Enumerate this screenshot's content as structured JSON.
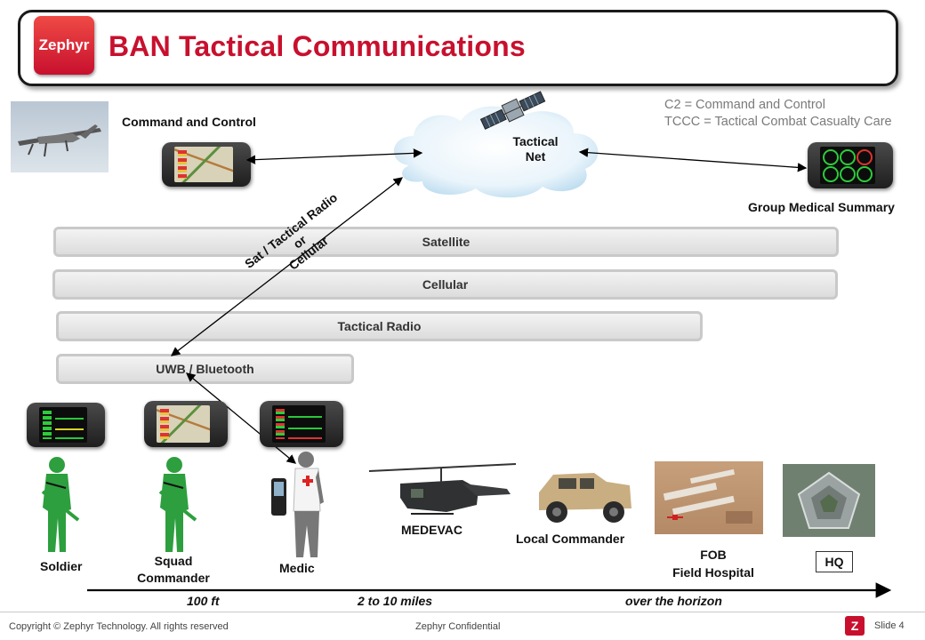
{
  "header": {
    "logo_text": "Zephyr",
    "title": "BAN Tactical Communications"
  },
  "legend": {
    "line1": "C2 = Command and Control",
    "line2": "TCCC = Tactical Combat Casualty Care"
  },
  "nodes": {
    "command_control": "Command and Control",
    "tactical_net_line1": "Tactical",
    "tactical_net_line2": "Net",
    "group_medical": "Group Medical Summary"
  },
  "link_label": {
    "line1": "Sat / Tactical Radio",
    "line2": "or",
    "line3": "Cellular"
  },
  "ranges": [
    {
      "label": "Satellite"
    },
    {
      "label": "Cellular"
    },
    {
      "label": "Tactical Radio"
    },
    {
      "label": "UWB / Bluetooth"
    }
  ],
  "units": {
    "soldier": "Soldier",
    "squad_line1": "Squad",
    "squad_line2": "Commander",
    "medic": "Medic",
    "medevac": "MEDEVAC",
    "local_commander": "Local Commander",
    "fob_line1": "FOB",
    "fob_line2": "Field Hospital",
    "hq": "HQ"
  },
  "distance_axis": {
    "near": "100 ft",
    "mid": "2 to 10 miles",
    "far": "over the horizon"
  },
  "footer": {
    "copyright": "Copyright © Zephyr Technology.  All rights reserved",
    "confidential": "Zephyr Confidential",
    "slide": "Slide 4",
    "mark": "Z"
  },
  "colors": {
    "brand_red": "#c8102e",
    "soldier_green": "#2d9f3e"
  }
}
